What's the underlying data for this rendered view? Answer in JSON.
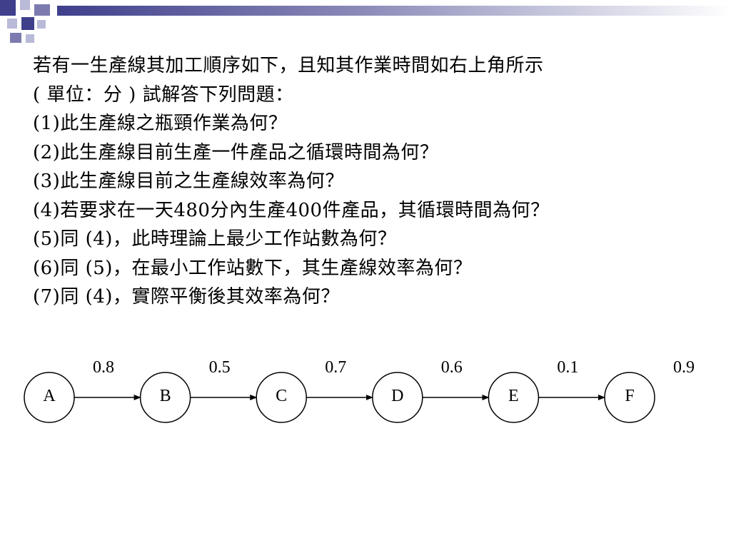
{
  "problem": {
    "lines": [
      "若有一生產線其加工順序如下，且知其作業時間如右上角所示",
      "( 單位：分 ) 試解答下列問題：",
      "(1)此生產線之瓶頸作業為何？",
      "(2)此生產線目前生產一件產品之循環時間為何？",
      "(3)此生產線目前之生產線效率為何？",
      "(4)若要求在一天480分內生產400件產品，其循環時間為何？",
      "(5)同 (4)，此時理論上最少工作站數為何？",
      "(6)同 (5)，在最小工作站數下，其生產線效率為何？",
      "(7)同 (4)，實際平衡後其效率為何？"
    ]
  },
  "diagram": {
    "nodes": [
      {
        "label": "A",
        "time": "0.8"
      },
      {
        "label": "B",
        "time": "0.5"
      },
      {
        "label": "C",
        "time": "0.7"
      },
      {
        "label": "D",
        "time": "0.6"
      },
      {
        "label": "E",
        "time": "0.1"
      },
      {
        "label": "F",
        "time": "0.9"
      }
    ],
    "edges": [
      [
        "A",
        "B"
      ],
      [
        "B",
        "C"
      ],
      [
        "C",
        "D"
      ],
      [
        "D",
        "E"
      ],
      [
        "E",
        "F"
      ]
    ]
  },
  "colors": {
    "accent_dark": "#3f3f8c",
    "accent_mid": "#7b7bb0",
    "accent_light": "#b9b9d8"
  }
}
